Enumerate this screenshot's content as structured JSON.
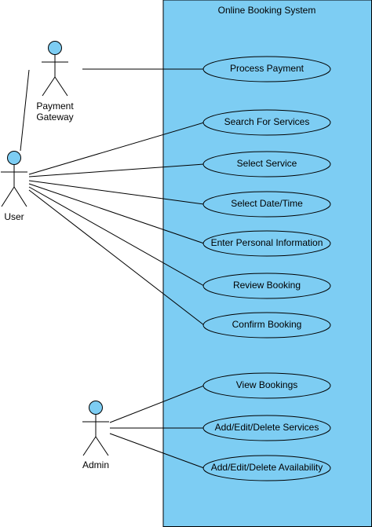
{
  "diagram": {
    "type": "use-case",
    "system": {
      "title": "Online Booking System",
      "fill_color": "#7dcdf3",
      "border_color": "#000000"
    },
    "actor_head_color": "#7dcdf3",
    "line_color": "#000000",
    "actors": [
      {
        "id": "payment-gateway",
        "label_lines": [
          "Payment",
          "Gateway"
        ]
      },
      {
        "id": "user",
        "label_lines": [
          "User"
        ]
      },
      {
        "id": "admin",
        "label_lines": [
          "Admin"
        ]
      }
    ],
    "use_cases": [
      {
        "id": "process-payment",
        "label": "Process Payment"
      },
      {
        "id": "search-for-services",
        "label": "Search For Services"
      },
      {
        "id": "select-service",
        "label": "Select Service"
      },
      {
        "id": "select-date-time",
        "label": "Select Date/Time"
      },
      {
        "id": "enter-personal-information",
        "label": "Enter Personal Information"
      },
      {
        "id": "review-booking",
        "label": "Review Booking"
      },
      {
        "id": "confirm-booking",
        "label": "Confirm Booking"
      },
      {
        "id": "view-bookings",
        "label": "View Bookings"
      },
      {
        "id": "add-edit-delete-services",
        "label": "Add/Edit/Delete Services"
      },
      {
        "id": "add-edit-delete-availability",
        "label": "Add/Edit/Delete Availability"
      }
    ],
    "associations": [
      {
        "actor": "payment-gateway",
        "use_case": "process-payment"
      },
      {
        "actor": "user",
        "actor_to": "payment-gateway"
      },
      {
        "actor": "user",
        "use_case": "search-for-services"
      },
      {
        "actor": "user",
        "use_case": "select-service"
      },
      {
        "actor": "user",
        "use_case": "select-date-time"
      },
      {
        "actor": "user",
        "use_case": "enter-personal-information"
      },
      {
        "actor": "user",
        "use_case": "review-booking"
      },
      {
        "actor": "user",
        "use_case": "confirm-booking"
      },
      {
        "actor": "admin",
        "use_case": "view-bookings"
      },
      {
        "actor": "admin",
        "use_case": "add-edit-delete-services"
      },
      {
        "actor": "admin",
        "use_case": "add-edit-delete-availability"
      }
    ]
  }
}
